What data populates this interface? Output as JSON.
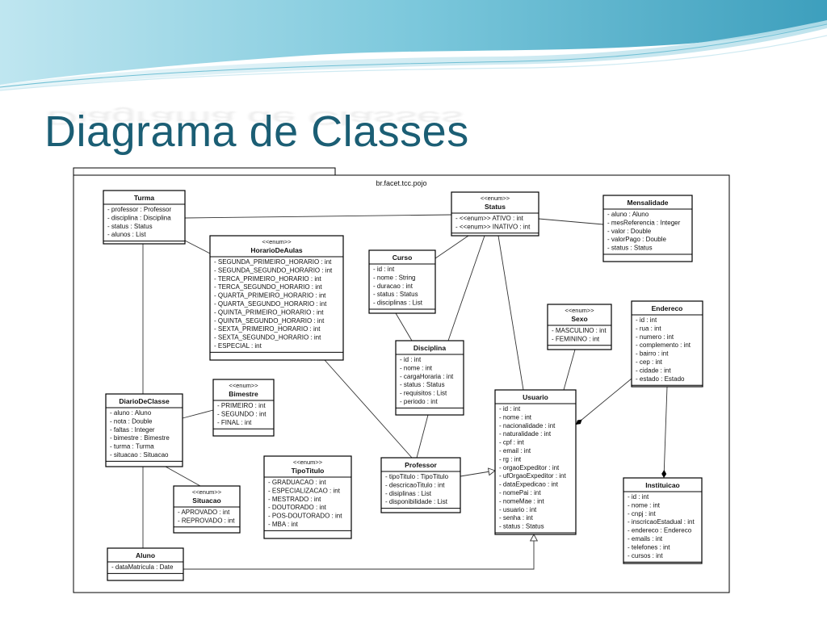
{
  "slide": {
    "title": "Diagrama de Classes",
    "colors": {
      "title": "#1b5e74",
      "wave_dark": "#3aa6c2",
      "wave_light": "#a9dbe8"
    }
  },
  "diagram": {
    "package": "br.facet.tcc.pojo",
    "classes": [
      {
        "id": "turma",
        "name": "Turma",
        "stereotype": "",
        "attributes": [
          "- professor : Professor",
          "- disciplina : Disciplina",
          "- status : Status",
          "- alunos : List"
        ]
      },
      {
        "id": "status",
        "name": "Status",
        "stereotype": "<<enum>>",
        "attributes": [
          "- <<enum>> ATIVO : int",
          "- <<enum>> INATIVO : int"
        ]
      },
      {
        "id": "mensalidade",
        "name": "Mensalidade",
        "stereotype": "",
        "attributes": [
          "- aluno : Aluno",
          "- mesReferencia : Integer",
          "- valor : Double",
          "- valorPago : Double",
          "- status : Status"
        ]
      },
      {
        "id": "horariodeaulas",
        "name": "HorarioDeAulas",
        "stereotype": "<<enum>>",
        "attributes": [
          "- SEGUNDA_PRIMEIRO_HORARIO : int",
          "- SEGUNDA_SEGUNDO_HORARIO : int",
          "- TERCA_PRIMEIRO_HORARIO : int",
          "- TERCA_SEGUNDO_HORARIO : int",
          "- QUARTA_PRIMEIRO_HORARIO : int",
          "- QUARTA_SEGUNDO_HORARIO : int",
          "- QUINTA_PRIMEIRO_HORARIO : int",
          "- QUINTA_SEGUNDO_HORARIO : int",
          "- SEXTA_PRIMEIRO_HORARIO : int",
          "- SEXTA_SEGUNDO_HORARIO : int",
          "- ESPECIAL : int"
        ]
      },
      {
        "id": "curso",
        "name": "Curso",
        "stereotype": "",
        "attributes": [
          "- id : int",
          "- nome : String",
          "- duracao : int",
          "- status : Status",
          "- disciplinas : List"
        ]
      },
      {
        "id": "sexo",
        "name": "Sexo",
        "stereotype": "<<enum>>",
        "attributes": [
          "- MASCULINO : int",
          "- FEMININO : int"
        ]
      },
      {
        "id": "endereco",
        "name": "Endereco",
        "stereotype": "",
        "attributes": [
          "- id : int",
          "- rua : int",
          "- numero : int",
          "- complemento : int",
          "- bairro : int",
          "- cep : int",
          "- cidade : int",
          "- estado : Estado"
        ]
      },
      {
        "id": "disciplina",
        "name": "Disciplina",
        "stereotype": "",
        "attributes": [
          "- id : int",
          "- nome : int",
          "- cargaHoraria : int",
          "- status : Status",
          "- requisitos : List",
          "- periodo : int"
        ]
      },
      {
        "id": "bimestre",
        "name": "Bimestre",
        "stereotype": "<<enum>>",
        "attributes": [
          "- PRIMEIRO : int",
          "- SEGUNDO : int",
          "- FINAL : int"
        ]
      },
      {
        "id": "diariodeclasse",
        "name": "DiarioDeClasse",
        "stereotype": "",
        "attributes": [
          "- aluno : Aluno",
          "- nota : Double",
          "- faltas : Integer",
          "- bimestre : Bimestre",
          "- turma : Turma",
          "- situacao : Situacao"
        ]
      },
      {
        "id": "usuario",
        "name": "Usuario",
        "stereotype": "",
        "attributes": [
          "- id : int",
          "- nome : int",
          "- nacionalidade : int",
          "- naturalidade : int",
          "- cpf : int",
          "- email : int",
          "- rg : int",
          "- orgaoExpeditor : int",
          "- ufOrgaoExpeditor : int",
          "- dataExpedicao : int",
          "- nomePai : int",
          "- nomeMae : int",
          "- usuario : int",
          "- senha : int",
          "- status : Status"
        ]
      },
      {
        "id": "tipotitulo",
        "name": "TipoTitulo",
        "stereotype": "<<enum>>",
        "attributes": [
          "- GRADUACAO : int",
          "- ESPECIALIZACAO : int",
          "- MESTRADO : int",
          "- DOUTORADO : int",
          "- POS-DOUTORADO : int",
          "- MBA : int"
        ]
      },
      {
        "id": "professor",
        "name": "Professor",
        "stereotype": "",
        "attributes": [
          "- tipoTitulo : TipoTitulo",
          "- descricaoTitulo : int",
          "- disiplinas : List",
          "- disponibilidade : List"
        ]
      },
      {
        "id": "situacao",
        "name": "Situacao",
        "stereotype": "<<enum>>",
        "attributes": [
          "- APROVADO : int",
          "- REPROVADO : int"
        ]
      },
      {
        "id": "instituicao",
        "name": "Instituicao",
        "stereotype": "",
        "attributes": [
          "- id : int",
          "- nome : int",
          "- cnpj : int",
          "- inscricaoEstadual : int",
          "- endereco : Endereco",
          "- emails : int",
          "- telefones : int",
          "- cursos : int"
        ]
      },
      {
        "id": "aluno",
        "name": "Aluno",
        "stereotype": "",
        "attributes": [
          "- dataMatricula : Date"
        ]
      }
    ],
    "relations": [
      {
        "from": "turma",
        "to": "status",
        "kind": "association"
      },
      {
        "from": "turma",
        "to": "horariodeaulas",
        "kind": "association"
      },
      {
        "from": "turma",
        "to": "diariodeclasse",
        "kind": "association"
      },
      {
        "from": "mensalidade",
        "to": "status",
        "kind": "association"
      },
      {
        "from": "curso",
        "to": "status",
        "kind": "association"
      },
      {
        "from": "curso",
        "to": "disciplina",
        "kind": "association"
      },
      {
        "from": "disciplina",
        "to": "status",
        "kind": "association"
      },
      {
        "from": "usuario",
        "to": "status",
        "kind": "association"
      },
      {
        "from": "usuario",
        "to": "sexo",
        "kind": "association"
      },
      {
        "from": "endereco",
        "to": "usuario",
        "kind": "composition"
      },
      {
        "from": "endereco",
        "to": "instituicao",
        "kind": "composition"
      },
      {
        "from": "horariodeaulas",
        "to": "professor",
        "kind": "association"
      },
      {
        "from": "disciplina",
        "to": "professor",
        "kind": "association"
      },
      {
        "from": "professor",
        "to": "usuario",
        "kind": "generalization"
      },
      {
        "from": "diariodeclasse",
        "to": "bimestre",
        "kind": "association"
      },
      {
        "from": "diariodeclasse",
        "to": "situacao",
        "kind": "association"
      },
      {
        "from": "diariodeclasse",
        "to": "aluno",
        "kind": "association"
      },
      {
        "from": "aluno",
        "to": "usuario",
        "kind": "generalization"
      }
    ]
  }
}
